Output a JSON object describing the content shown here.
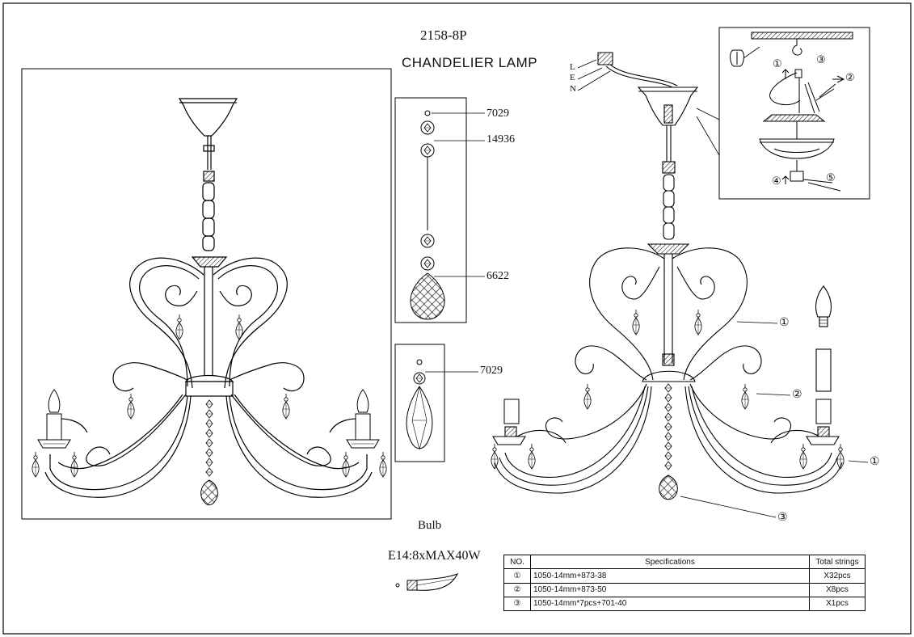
{
  "header": {
    "model": "2158-8P",
    "title": "CHANDELIER LAMP"
  },
  "wiring": {
    "labels": [
      "L",
      "E",
      "N"
    ]
  },
  "parts_detail_a": {
    "labels": [
      "7029",
      "14936",
      "6622"
    ]
  },
  "parts_detail_b": {
    "labels": [
      "7029"
    ]
  },
  "install_steps": [
    "①",
    "②",
    "③",
    "④",
    "⑤"
  ],
  "callouts": [
    "①",
    "②",
    "①",
    "③"
  ],
  "bulb": {
    "heading": "Bulb",
    "spec": "E14:8xMAX40W"
  },
  "spec_table": {
    "headers": [
      "NO.",
      "Specifications",
      "Total strings"
    ],
    "rows": [
      {
        "no": "①",
        "spec": "1050-14mm+873-38",
        "total": "X32pcs"
      },
      {
        "no": "②",
        "spec": "1050-14mm+873-50",
        "total": "X8pcs"
      },
      {
        "no": "③",
        "spec": "1050-14mm*7pcs+701-40",
        "total": "X1pcs"
      }
    ]
  }
}
